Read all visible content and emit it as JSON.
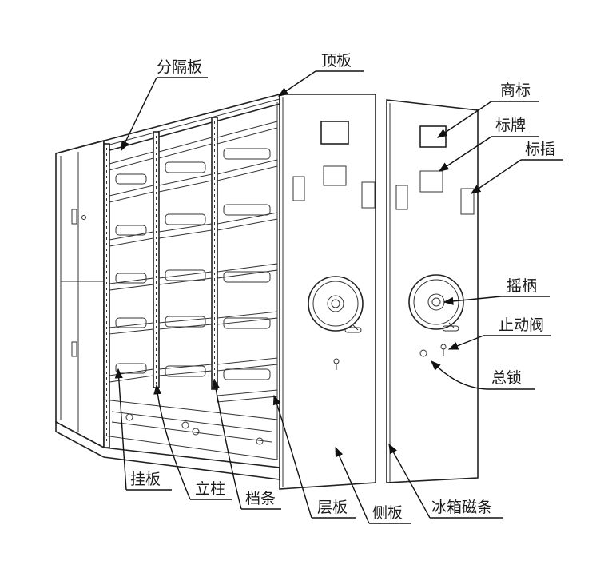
{
  "diagram": {
    "labels": {
      "partition": "分隔板",
      "top_panel": "顶板",
      "trademark": "商标",
      "nameplate": "标牌",
      "label_slot": "标插",
      "crank_handle": "摇柄",
      "stop_valve": "止动阀",
      "master_lock": "总锁",
      "hanging_plate": "挂板",
      "column": "立柱",
      "stop_strip": "档条",
      "shelf": "层板",
      "side_panel": "侧板",
      "magnetic_strip": "冰箱磁条"
    },
    "line_color": "#111111",
    "background": "#ffffff"
  }
}
